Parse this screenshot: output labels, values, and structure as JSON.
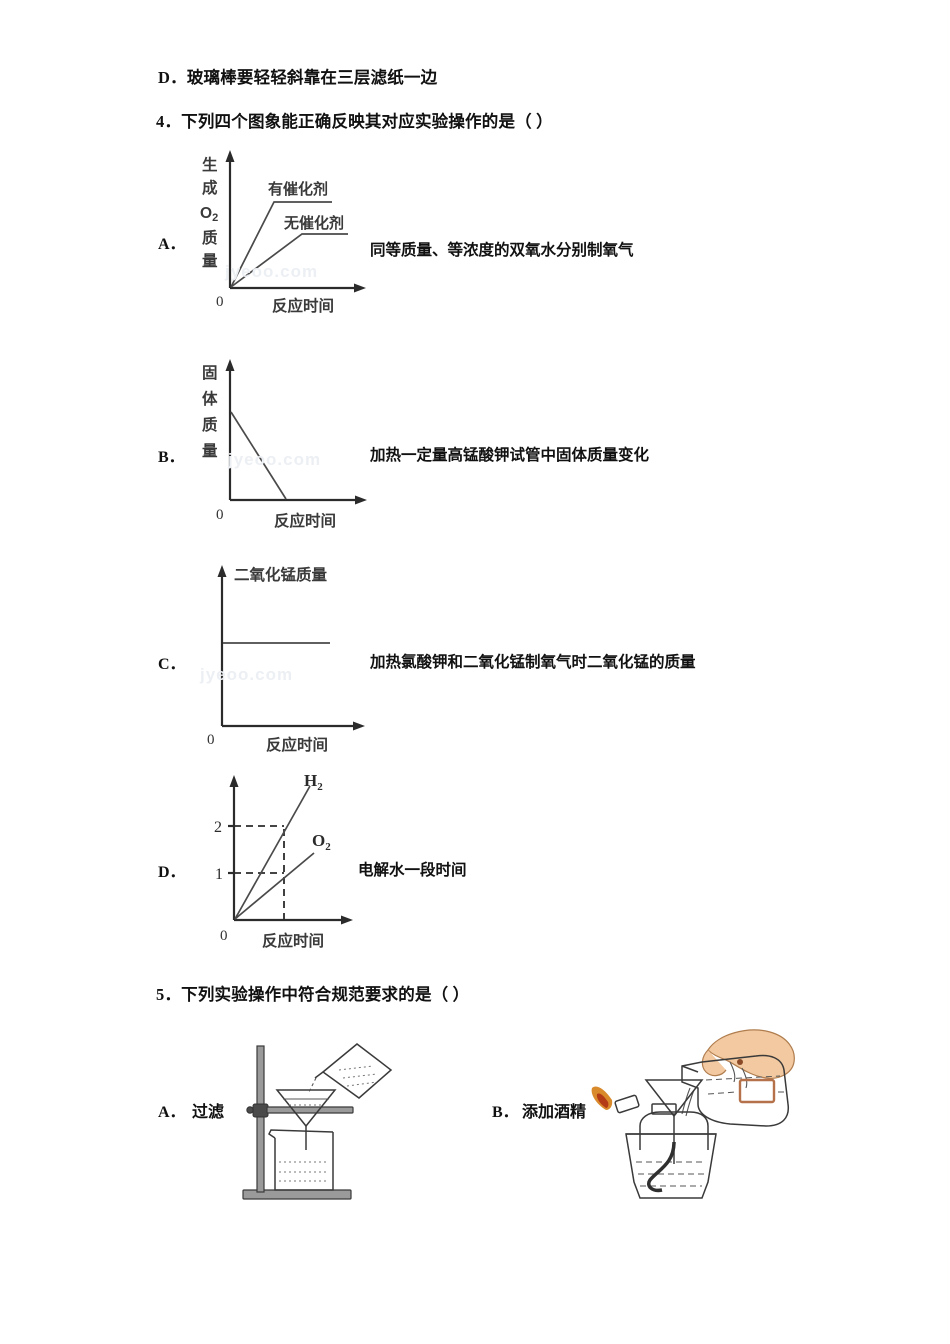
{
  "page": {
    "prev_option_d": "D．玻璃棒要轻轻斜靠在三层滤纸一边"
  },
  "question4": {
    "stem": "4．下列四个图象能正确反映其对应实验操作的是（ ）",
    "options": [
      {
        "label": "A．",
        "desc": "同等质量、等浓度的双氧水分别制氧气"
      },
      {
        "label": "B．",
        "desc": "加热一定量高锰酸钾试管中固体质量变化"
      },
      {
        "label": "C．",
        "desc": "加热氯酸钾和二氧化锰制氧气时二氧化锰的质量"
      },
      {
        "label": "D．",
        "desc": "电解水一段时间"
      }
    ]
  },
  "question5": {
    "stem": "5．下列实验操作中符合规范要求的是（ ）",
    "options": [
      {
        "label": "A．",
        "name": "过滤",
        "figure": "filtration-apparatus"
      },
      {
        "label": "B．",
        "name": "添加酒精",
        "figure": "adding-alcohol-apparatus"
      }
    ]
  },
  "chart_data": [
    {
      "type": "line",
      "id": "chart-a",
      "title": "",
      "ylabel": "生成O₂质量",
      "ylabel_chars": [
        "生",
        "成",
        "O",
        "质",
        "量"
      ],
      "xlabel": "反应时间",
      "origin_label": "0",
      "grid": false,
      "legend_position": "inline-on-curve",
      "series": [
        {
          "name": "有催化剂",
          "x": [
            0,
            0.42,
            1.0
          ],
          "y": [
            0,
            0.8,
            0.8
          ]
        },
        {
          "name": "无催化剂",
          "x": [
            0,
            0.68,
            1.0
          ],
          "y": [
            0,
            0.52,
            0.52
          ]
        }
      ]
    },
    {
      "type": "line",
      "id": "chart-b",
      "title": "",
      "ylabel": "固体质量",
      "ylabel_chars": [
        "固",
        "体",
        "质",
        "量"
      ],
      "xlabel": "反应时间",
      "origin_label": "0",
      "grid": false,
      "series": [
        {
          "name": "固体质量",
          "x": [
            0,
            0.45
          ],
          "y": [
            0.72,
            0
          ]
        }
      ]
    },
    {
      "type": "line",
      "id": "chart-c",
      "title": "二氧化锰质量",
      "ylabel": "二氧化锰质量",
      "xlabel": "反应时间",
      "origin_label": "0",
      "grid": false,
      "series": [
        {
          "name": "二氧化锰质量",
          "x": [
            0,
            0.72
          ],
          "y": [
            0.52,
            0.52
          ]
        }
      ]
    },
    {
      "type": "line",
      "id": "chart-d",
      "title": "",
      "ylabel": "",
      "xlabel": "反应时间",
      "origin_label": "0",
      "yticks": [
        "1",
        "2"
      ],
      "ytick_values": [
        1,
        2
      ],
      "grid": false,
      "series": [
        {
          "name": "H₂",
          "x": [
            0,
            0.52,
            0.72
          ],
          "y": [
            0,
            2,
            2.75
          ]
        },
        {
          "name": "O₂",
          "x": [
            0,
            0.52,
            0.68
          ],
          "y": [
            0,
            1,
            1.32
          ]
        }
      ],
      "annotations": [
        {
          "text": "dashed guide from y=2 to H₂ curve"
        },
        {
          "text": "dashed guide from y=1 to O₂ curve"
        },
        {
          "text": "vertical dashed guide at reaction time"
        }
      ]
    }
  ],
  "watermarks": [
    "jyeoo.com",
    "jyeoo.com",
    "jyeoo.com"
  ]
}
